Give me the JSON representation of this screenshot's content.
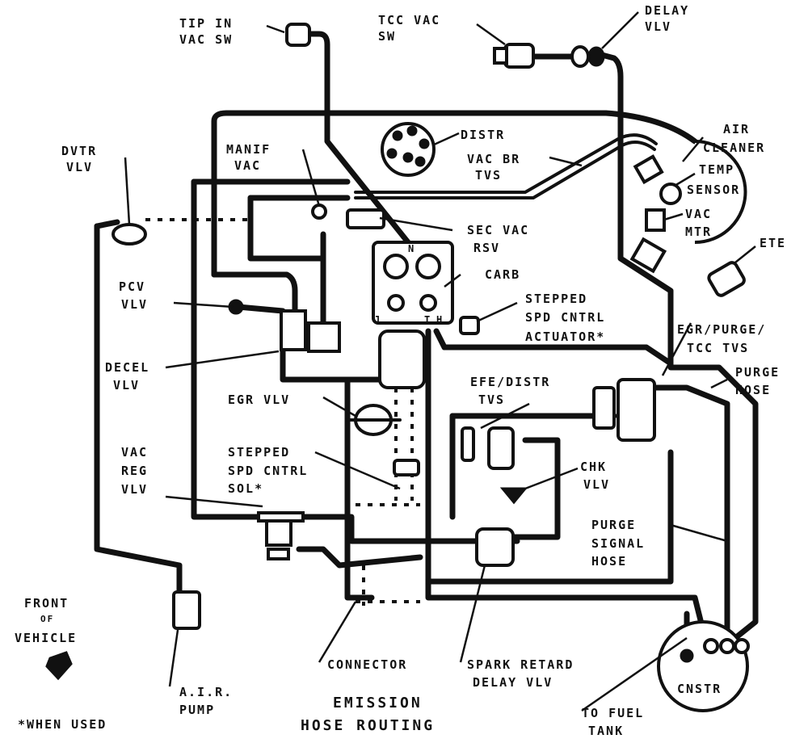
{
  "title": [
    "EMISSION",
    "HOSE ROUTING"
  ],
  "footnote": "*WHEN USED",
  "front": [
    "FRONT",
    "OF",
    "VEHICLE"
  ],
  "labels": {
    "tip_in": [
      "TIP IN",
      "VAC SW"
    ],
    "tcc_vac": [
      "TCC VAC",
      "SW"
    ],
    "delay": [
      "DELAY",
      "VLV"
    ],
    "distr": "DISTR",
    "vac_br": [
      "VAC BR",
      "TVS"
    ],
    "manif": [
      "MANIF",
      "VAC"
    ],
    "dvtr": [
      "DVTR",
      "VLV"
    ],
    "air_cleaner": [
      "AIR",
      "CLEANER"
    ],
    "temp_sensor": [
      "TEMP",
      "SENSOR"
    ],
    "vac_mtr": [
      "VAC",
      "MTR"
    ],
    "ete": "ETE",
    "sec_vac": [
      "SEC VAC",
      "RSV"
    ],
    "carb": "CARB",
    "stepped_act": [
      "STEPPED",
      "SPD CNTRL",
      "ACTUATOR*"
    ],
    "pcv": [
      "PCV",
      "VLV"
    ],
    "decel": [
      "DECEL",
      "VLV"
    ],
    "egr_purge": [
      "EGR/PURGE/",
      "TCC TVS"
    ],
    "purge_hose": [
      "PURGE",
      "HOSE"
    ],
    "efe_distr": [
      "EFE/DISTR",
      "TVS"
    ],
    "egr_vlv": "EGR VLV",
    "stepped_sol": [
      "STEPPED",
      "SPD CNTRL",
      "SOL*"
    ],
    "vac_reg": [
      "VAC",
      "REG",
      "VLV"
    ],
    "chk": [
      "CHK",
      "VLV"
    ],
    "purge_signal": [
      "PURGE",
      "SIGNAL",
      "HOSE"
    ],
    "air_pump": [
      "A.I.R.",
      "PUMP"
    ],
    "connector": "CONNECTOR",
    "spark_retard": [
      "SPARK RETARD",
      "DELAY VLV"
    ],
    "to_fuel": [
      "TO FUEL",
      "TANK"
    ],
    "cnstr": "CNSTR",
    "carb_ports": [
      "J",
      "N",
      "T",
      "H"
    ]
  }
}
